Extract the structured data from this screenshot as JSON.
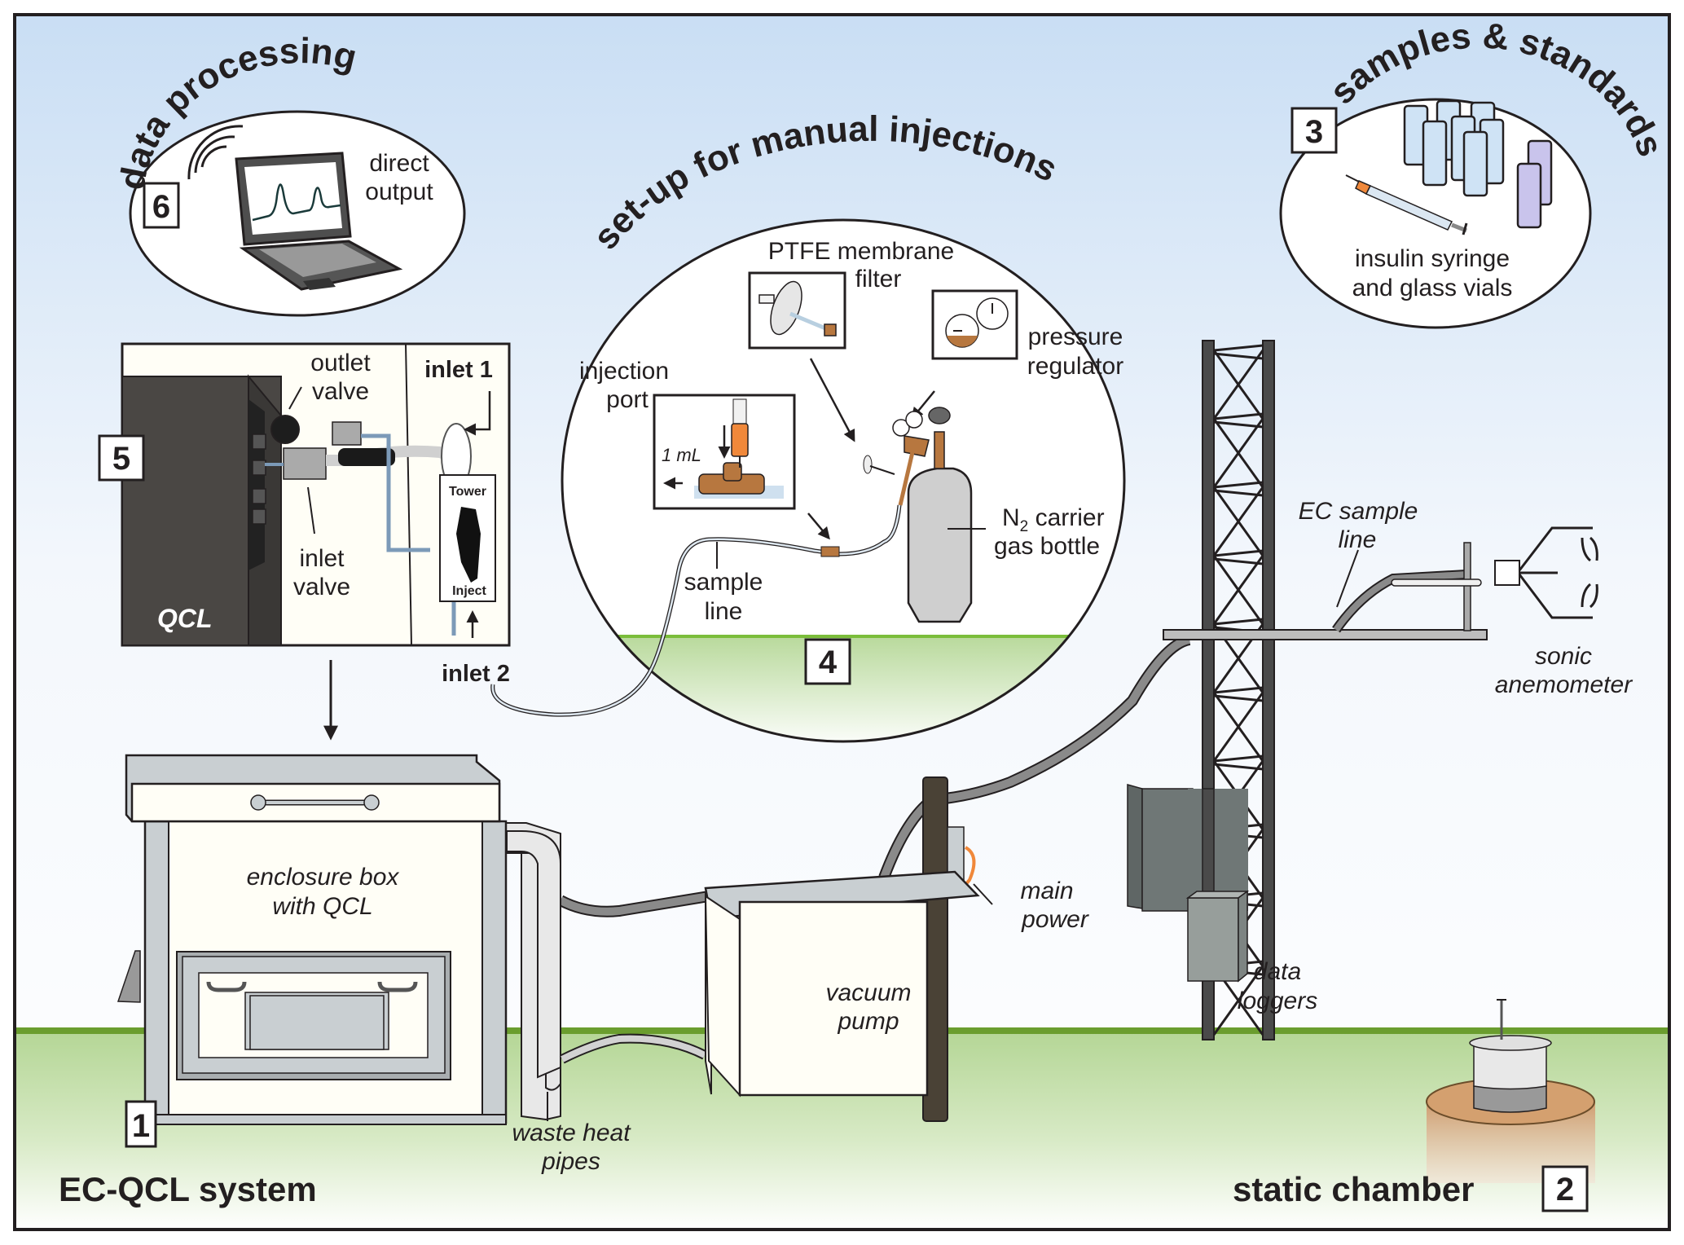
{
  "figure": {
    "colors": {
      "sky_top": "#c9def4",
      "sky_bottom": "#fdfeff",
      "ground_line": "#6a9d2e",
      "ground_top": "#b4d695",
      "ground_bottom": "#ffffff",
      "outline": "#231f20",
      "qcl_dark": "#4a4744",
      "metal_gray": "#c9cfd2",
      "brass": "#b7773f",
      "orange": "#f0883a",
      "soil": "#d4a06f",
      "vial_blue": "#cfe3f5",
      "vial_purple": "#c9c4ec",
      "tubing_blue": "#7c9ab8",
      "logger_dark": "#6f7776",
      "logger_light": "#979e9b",
      "post_brown": "#4a4236"
    }
  },
  "panels": {
    "data_processing": {
      "number": "6",
      "title": "data processing",
      "label_line1": "direct",
      "label_line2": "output",
      "icons": [
        "laptop-icon",
        "wireless-signal-icon",
        "chromatogram-peaks-icon"
      ]
    },
    "manual_injections": {
      "number": "4",
      "title": "set-up for manual injections",
      "ptfe_line1": "PTFE membrane",
      "ptfe_line2": "filter",
      "pressure_line1": "pressure",
      "pressure_line2": "regulator",
      "injection_line1": "injection",
      "injection_line2": "port",
      "volume": "1 mL",
      "n2_prefix": "N",
      "n2_sub": "2",
      "n2_rest": " carrier",
      "n2_line2": "gas bottle",
      "sample_line1": "sample",
      "sample_line2": "line"
    },
    "samples_standards": {
      "number": "3",
      "title": "samples & standards",
      "label_line1": "insulin syringe",
      "label_line2": "and glass vials"
    },
    "qcl_detail": {
      "number": "5",
      "qcl_label": "QCL",
      "outlet_line1": "outlet",
      "outlet_line2": "valve",
      "inlet_valve_line1": "inlet",
      "inlet_valve_line2": "valve",
      "inlet1": "inlet 1",
      "inlet2": "inlet 2",
      "switch_top": "Tower",
      "switch_bottom": "Inject"
    }
  },
  "scene": {
    "enclosure_line1": "enclosure box",
    "enclosure_line2": "with QCL",
    "waste_line1": "waste heat",
    "waste_line2": "pipes",
    "vacuum_line1": "vacuum",
    "vacuum_line2": "pump",
    "power_line1": "main",
    "power_line2": "power",
    "ec_line1": "EC sample",
    "ec_line2": "line",
    "sonic_line1": "sonic",
    "sonic_line2": "anemometer",
    "loggers_line1": "data",
    "loggers_line2": "loggers",
    "enclosure_number": "1",
    "chamber_number": "2",
    "ecqcl_title": "EC-QCL system",
    "chamber_title": "static chamber"
  }
}
